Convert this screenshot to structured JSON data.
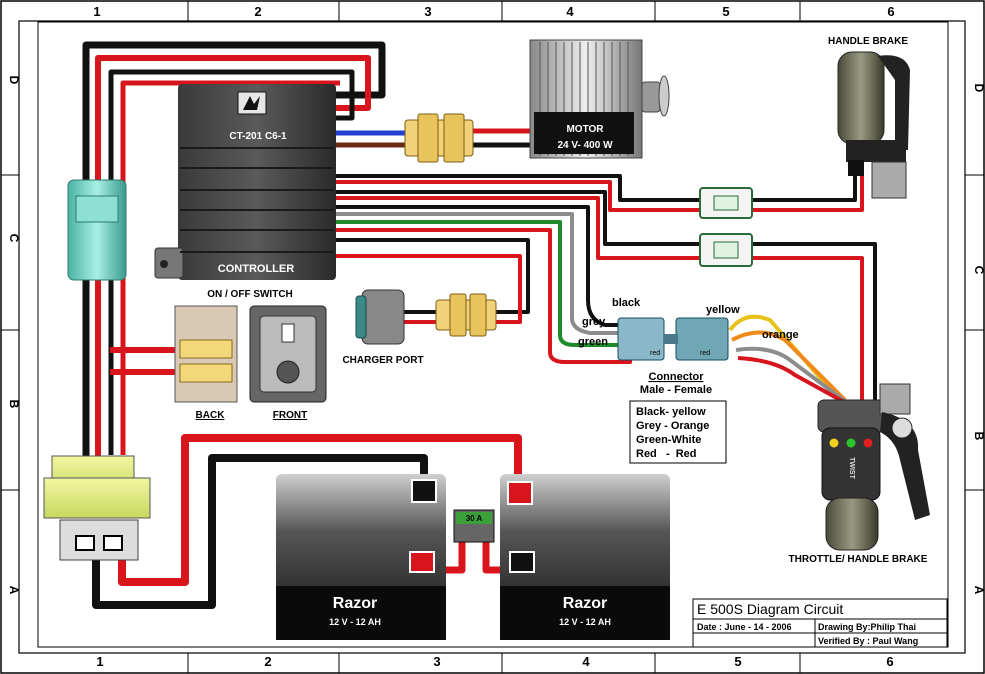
{
  "border": {
    "top_zones": [
      "1",
      "2",
      "3",
      "4",
      "5",
      "6"
    ],
    "bottom_zones": [
      "1",
      "2",
      "3",
      "4",
      "5",
      "6"
    ],
    "left_zones": [
      "D",
      "C",
      "B",
      "A"
    ],
    "right_zones": [
      "D",
      "C",
      "B",
      "A"
    ]
  },
  "controller": {
    "model": "CT-201 C6-1",
    "label": "CONTROLLER"
  },
  "motor": {
    "label": "MOTOR",
    "spec": "24 V- 400 W"
  },
  "handle_brake": {
    "label": "HANDLE BRAKE"
  },
  "switch": {
    "title": "ON / OFF SWITCH",
    "back": "BACK",
    "front": "FRONT"
  },
  "charger": {
    "label": "CHARGER PORT"
  },
  "connector": {
    "wire_labels": {
      "black": "black",
      "grey": "grey",
      "green": "green",
      "yellow": "yellow",
      "orange": "orange",
      "red_small_left": "red",
      "red_small_right": "red"
    },
    "title": "Connector",
    "subtitle": "Male - Female",
    "legend": [
      "Black- yellow",
      "Grey - Orange",
      "Green-White",
      "Red   -  Red"
    ]
  },
  "throttle": {
    "label": "THROTTLE/ HANDLE BRAKE",
    "twist": "TWIST"
  },
  "fuse": {
    "label": "30 A"
  },
  "batteries": [
    {
      "brand": "Razor",
      "spec": "12 V - 12 AH"
    },
    {
      "brand": "Razor",
      "spec": "12 V - 12 AH"
    }
  ],
  "title_block": {
    "title": "E 500S Diagram Circuit",
    "date": "Date : June - 14 - 2006",
    "drawing": "Drawing By:Philip Thai",
    "verified": "Verified By : Paul Wang"
  },
  "colors": {
    "red": "#d8141c",
    "black": "#111111",
    "blue": "#1f3fd0",
    "brown": "#6b2a18",
    "grey": "#8c8c8c",
    "green": "#1e8a2a",
    "yellow": "#e8c21a",
    "orange": "#f08a1a",
    "teal": "#6fd3c4"
  }
}
